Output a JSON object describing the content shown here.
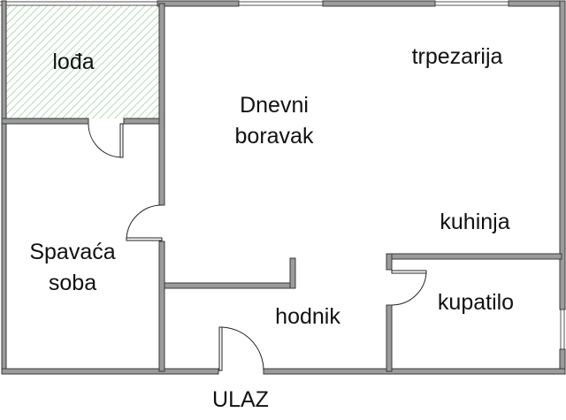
{
  "plan": {
    "rooms": {
      "lodja": "lođa",
      "dnevni_boravak_line1": "Dnevni",
      "dnevni_boravak_line2": "boravak",
      "trpezarija": "trpezarija",
      "kuhinja": "kuhinja",
      "spavaca_line1": "Spavaća",
      "spavaca_line2": "soba",
      "hodnik": "hodnik",
      "kupatilo": "kupatilo"
    },
    "entrance": "ULAZ",
    "colors": {
      "wall": "#9b9b9b",
      "loggia_hatch": "#b8d8bd"
    }
  }
}
